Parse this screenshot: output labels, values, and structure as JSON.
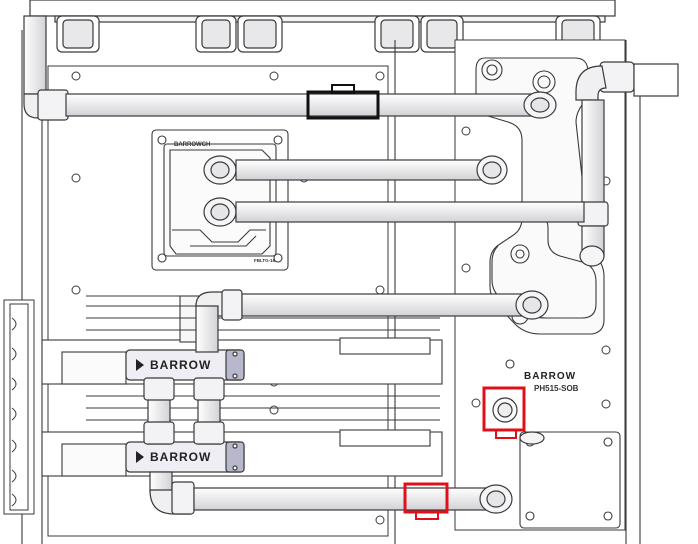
{
  "diagram": {
    "brand_label": "BARROW",
    "cpu_block_label": "BARROWCH",
    "cpu_block_model": "FBLTG-16",
    "distro_plate_brand": "BARROW",
    "distro_plate_model": "PH515-SOB",
    "gpu_top_badge": "BARROW",
    "gpu_bottom_badge": "BARROW",
    "colors": {
      "line": "#3a3a3a",
      "tube_fill": "#f2f2f2",
      "panel_fill": "#ffffff",
      "black_marker": "#111111",
      "red_marker": "#e0101a",
      "badge_fill": "#d8d8e8"
    },
    "markers": [
      {
        "name": "black-fitting-marker",
        "color": "black"
      },
      {
        "name": "red-port-marker-upper",
        "color": "red"
      },
      {
        "name": "red-port-marker-lower",
        "color": "red"
      }
    ]
  }
}
